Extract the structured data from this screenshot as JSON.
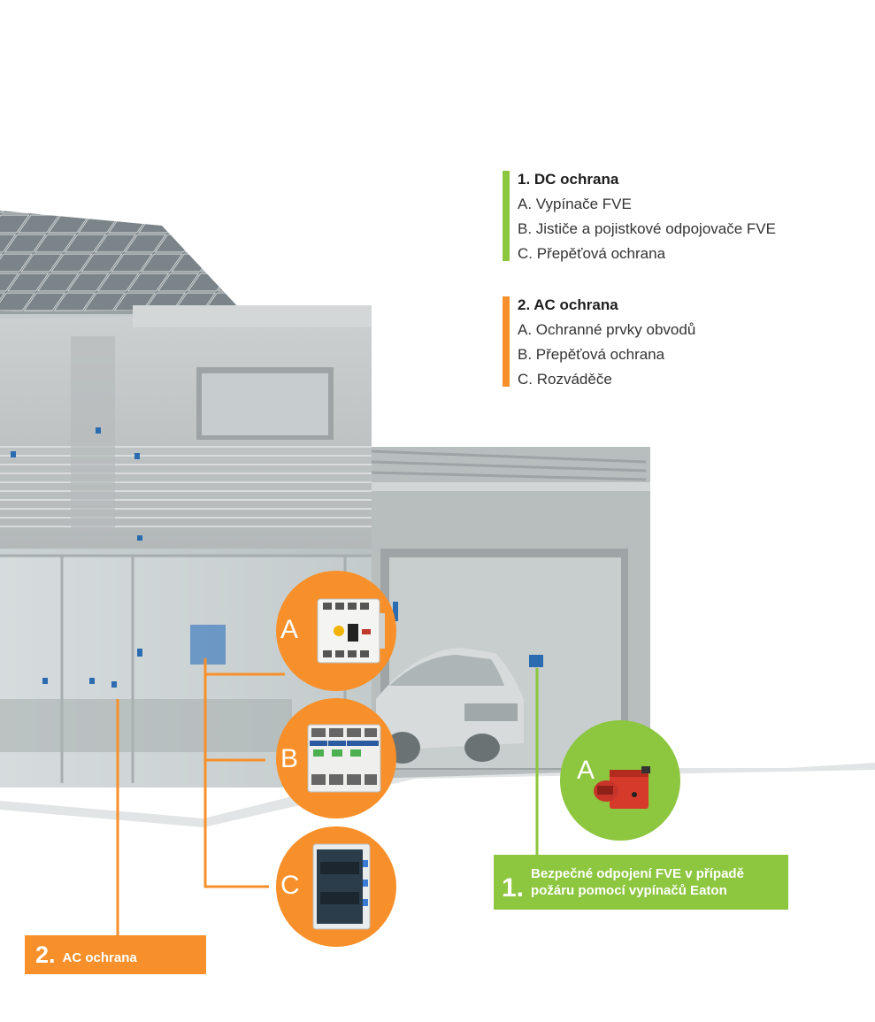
{
  "legend": {
    "dc": {
      "heading": "1. DC ochrana",
      "items": [
        "A. Vypínače FVE",
        "B. Jističe a pojistkové odpojovače FVE",
        "C. Přepěťová ochrana"
      ],
      "color": "#8dc63f"
    },
    "ac": {
      "heading": "2. AC ochrana",
      "items": [
        "A. Ochranné prvky obvodů",
        "B. Přepěťová ochrana",
        "C. Rozváděče"
      ],
      "color": "#f7902a"
    }
  },
  "circles": {
    "ac_a": {
      "letter": "A",
      "icon": "residual-current-device-icon"
    },
    "ac_b": {
      "letter": "B",
      "icon": "surge-protector-icon"
    },
    "ac_c": {
      "letter": "C",
      "icon": "distribution-board-icon"
    },
    "dc_a": {
      "letter": "A",
      "icon": "pv-disconnect-switch-icon"
    }
  },
  "labels": {
    "ac": {
      "num": "2.",
      "text": "AC ochrana"
    },
    "dc": {
      "num": "1.",
      "text_line1": "Bezpečné odpojení FVE v případě",
      "text_line2": "požáru pomocí vypínačů Eaton"
    }
  },
  "colors": {
    "orange": "#f7902a",
    "green": "#8dc63f",
    "house": "#bfc3c3"
  }
}
